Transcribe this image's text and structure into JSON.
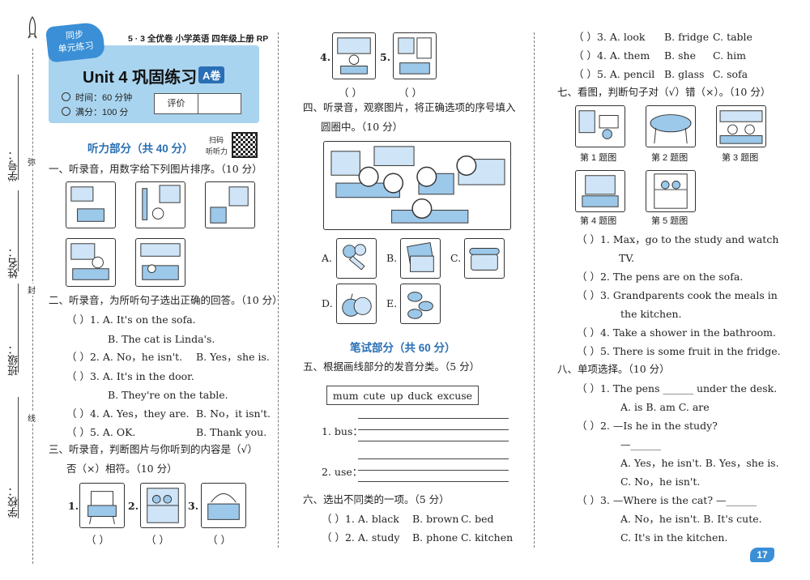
{
  "binding": {
    "labels": [
      "学号：",
      "姓名：",
      "班级：",
      "学校："
    ],
    "cut_marks": [
      "弥",
      "封",
      "线"
    ]
  },
  "header": {
    "badge_line1": "同步",
    "badge_line2": "单元练习",
    "series": "5 · 3 全优卷  小学英语  四年级上册  RP",
    "title": "Unit 4 巩固练习",
    "tag": "A卷",
    "time": "时间：60 分钟",
    "score": "满分：100 分",
    "eval_label": "评价"
  },
  "listening": {
    "heading": "听力部分（共 40 分）",
    "qr_text1": "扫码",
    "qr_text2": "听听力",
    "s1": "一、听录音，用数字给下列图片排序。（10 分）",
    "s2": "二、听录音，为所听句子选出正确的回答。（10 分）",
    "s2_items": [
      {
        "a": "（      ）1. A. It's on the sofa.",
        "b": "B. The cat is Linda's."
      },
      {
        "a": "（      ）2. A. No，he isn't.",
        "b": "B. Yes，she is."
      },
      {
        "a": "（      ）3. A. It's in the door.",
        "b": "B. They're on the table."
      },
      {
        "a": "（      ）4. A. Yes，they are.",
        "b": "B. No，it isn't."
      },
      {
        "a": "（      ）5. A. OK.",
        "b": "B. Thank you."
      }
    ],
    "s3_line1": "三、听录音，判断图片与你听到的内容是（√）",
    "s3_line2": "否（×）相符。（10 分）",
    "s3_nums": [
      "1.",
      "2.",
      "3.",
      "4.",
      "5."
    ],
    "paren": "（      ）",
    "s4_line1": "四、听录音，观察图片，将正确选项的序号填入",
    "s4_line2": "圆圈中。（10 分）",
    "s4_options": [
      "A.",
      "B.",
      "C.",
      "D.",
      "E."
    ]
  },
  "writing": {
    "heading": "笔试部分（共 60 分）",
    "s5": "五、根据画线部分的发音分类。（5 分）",
    "s5_words": [
      "mum",
      "cute",
      "up",
      "duck",
      "excuse"
    ],
    "s5_q1": "1. bus：",
    "s5_q2": "2. use：",
    "s6": "六、选出不同类的一项。（5 分）",
    "s6_items": [
      {
        "p": "（      ）1. A. black",
        "b": "B. brown",
        "c": "C. bed"
      },
      {
        "p": "（      ）2. A. study",
        "b": "B. phone",
        "c": "C. kitchen"
      },
      {
        "p": "（      ）3. A. look",
        "b": "B. fridge",
        "c": "C. table"
      },
      {
        "p": "（      ）4. A. them",
        "b": "B. she",
        "c": "C. him"
      },
      {
        "p": "（      ）5. A. pencil",
        "b": "B. glass",
        "c": "C. sofa"
      }
    ],
    "s7": "七、看图，判断句子对（√）错（×）。（10 分）",
    "s7_captions": [
      "第 1 题图",
      "第 2 题图",
      "第 3 题图",
      "第 4 题图",
      "第 5 题图"
    ],
    "s7_items": [
      "（      ）1. Max，go to the study and watch",
      "TV.",
      "（      ）2. The pens are on the sofa.",
      "（      ）3. Grandparents cook the meals in",
      "the kitchen.",
      "（      ）4. Take a shower in the bathroom.",
      "（      ）5. There is some fruit in the fridge."
    ],
    "s8": "八、单项选择。（10 分）",
    "s8_q1": "（      ）1. The pens ______ under the desk.",
    "s8_q1_opts": "A. is       B. am       C. are",
    "s8_q2": "（      ）2. —Is he in the study?",
    "s8_q2_blank": "—______",
    "s8_q2_opt1": "A. Yes，he isn't.    B. Yes，she is.",
    "s8_q2_opt2": "C. No，he isn't.",
    "s8_q3": "（      ）3. —Where is the cat?  —______",
    "s8_q3_opt1": "A. No，he isn't.     B. It's cute.",
    "s8_q3_opt2": "C. It's in the kitchen."
  },
  "page_number": "17"
}
